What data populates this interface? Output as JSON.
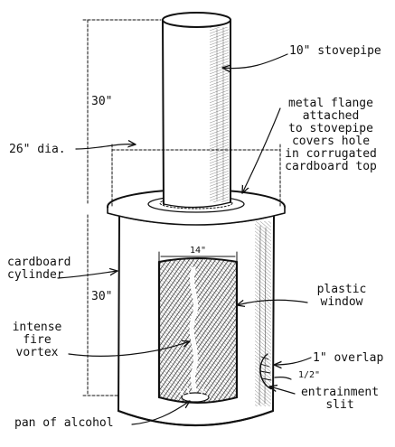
{
  "labels": {
    "stovepipe": "10\" stovepipe",
    "height_top": "30\"",
    "diameter": "26\" dia.",
    "flange": [
      "metal flange",
      "attached",
      "to stovepipe",
      "covers hole",
      "in corrugated",
      "cardboard top"
    ],
    "window_width": "14\"",
    "cardboard_cylinder": [
      "cardboard",
      "cylinder"
    ],
    "height_bottom": "30\"",
    "plastic_window": [
      "plastic",
      "window"
    ],
    "fire_vortex": [
      "intense",
      "fire",
      "vortex"
    ],
    "overlap": "1\" overlap",
    "slit_width": "1/2\"",
    "entrainment_slit": [
      "entrainment",
      "slit"
    ],
    "pan": "pan of alcohol"
  }
}
